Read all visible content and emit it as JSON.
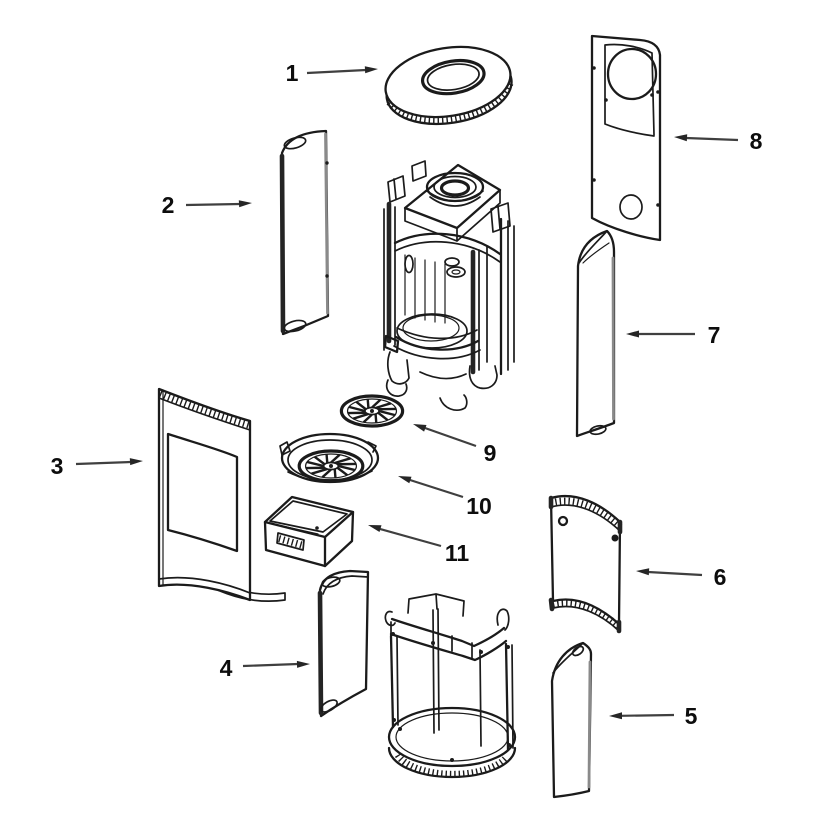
{
  "figure": {
    "type": "exploded-parts-diagram",
    "subject": "stove-assembly",
    "background_color": "#ffffff",
    "line_color": "#1b1b1b",
    "label_color": "#0d0d0d",
    "part_count": 11
  },
  "parts": [
    {
      "number": "1",
      "name": "top-plate-ring"
    },
    {
      "number": "2",
      "name": "upper-left-side-panel"
    },
    {
      "number": "3",
      "name": "front-door-panel"
    },
    {
      "number": "4",
      "name": "lower-left-side-panel"
    },
    {
      "number": "5",
      "name": "lower-right-side-panel"
    },
    {
      "number": "6",
      "name": "right-curved-panel"
    },
    {
      "number": "7",
      "name": "upper-right-side-panel"
    },
    {
      "number": "8",
      "name": "rear-panel"
    },
    {
      "number": "9",
      "name": "burner-grate"
    },
    {
      "number": "10",
      "name": "burn-pot-bowl"
    },
    {
      "number": "11",
      "name": "ash-pan-box"
    }
  ],
  "unlabeled_components": [
    {
      "name": "main-body-assembly"
    },
    {
      "name": "base-frame-assembly"
    }
  ]
}
